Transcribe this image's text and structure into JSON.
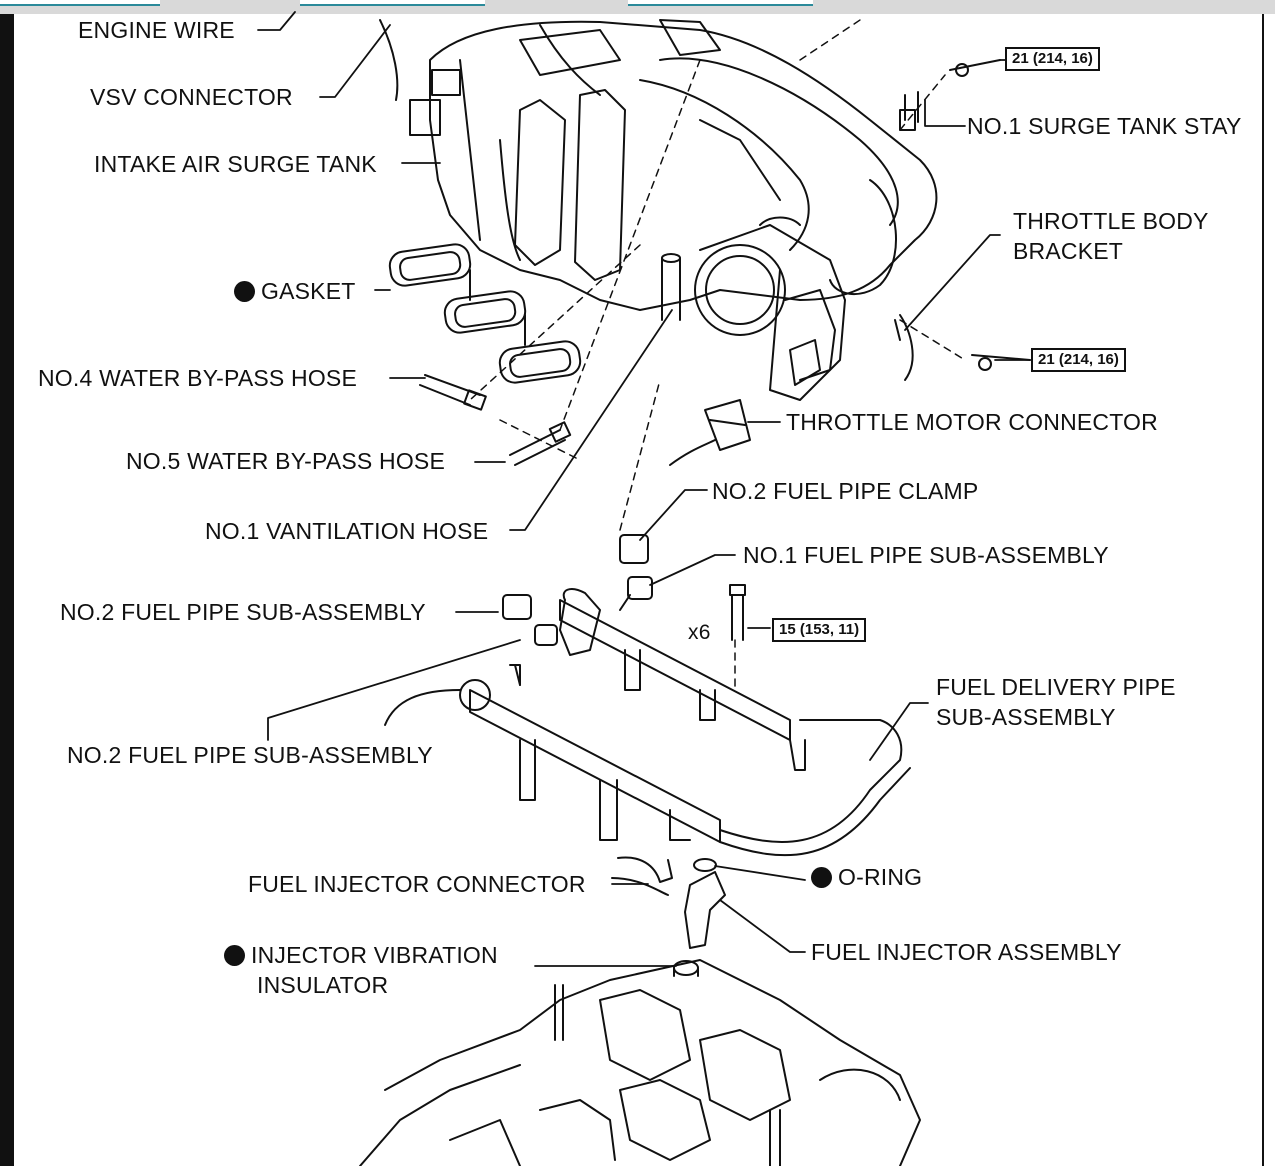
{
  "labels": {
    "engine_wire": "ENGINE WIRE",
    "vsv_connector": "VSV CONNECTOR",
    "intake_air_surge_tank": "INTAKE AIR SURGE TANK",
    "gasket": "GASKET",
    "no4_water_bypass_hose": "NO.4 WATER BY-PASS HOSE",
    "no5_water_bypass_hose": "NO.5 WATER BY-PASS HOSE",
    "no1_vantilation_hose": "NO.1 VANTILATION HOSE",
    "no2_fuel_pipe_sub_assembly_upper": "NO.2 FUEL PIPE SUB-ASSEMBLY",
    "no2_fuel_pipe_sub_assembly_lower": "NO.2 FUEL PIPE SUB-ASSEMBLY",
    "fuel_injector_connector": "FUEL INJECTOR CONNECTOR",
    "injector_vibration_insulator_line1": "INJECTOR VIBRATION",
    "injector_vibration_insulator_line2": "INSULATOR",
    "no1_surge_tank_stay": "NO.1 SURGE TANK STAY",
    "throttle_body_bracket_line1": "THROTTLE BODY",
    "throttle_body_bracket_line2": "BRACKET",
    "throttle_motor_connector": "THROTTLE MOTOR CONNECTOR",
    "no2_fuel_pipe_clamp": "NO.2 FUEL PIPE CLAMP",
    "no1_fuel_pipe_sub_assembly": "NO.1 FUEL PIPE SUB-ASSEMBLY",
    "fuel_delivery_pipe_line1": "FUEL DELIVERY PIPE",
    "fuel_delivery_pipe_line2": "SUB-ASSEMBLY",
    "o_ring": "O-RING",
    "fuel_injector_assembly": "FUEL INJECTOR ASSEMBLY",
    "bolt_count": "x6"
  },
  "torque_specs": {
    "surge_tank_stay_bolt": "21 (214, 16)",
    "throttle_body_bracket_bolt": "21 (214, 16)",
    "delivery_pipe_bolt": "15 (153, 11)"
  },
  "icons": {
    "non_reusable_marker": "filled-circle-icon"
  },
  "colors": {
    "ink": "#111111",
    "tab_accent": "#2b8a9a"
  }
}
